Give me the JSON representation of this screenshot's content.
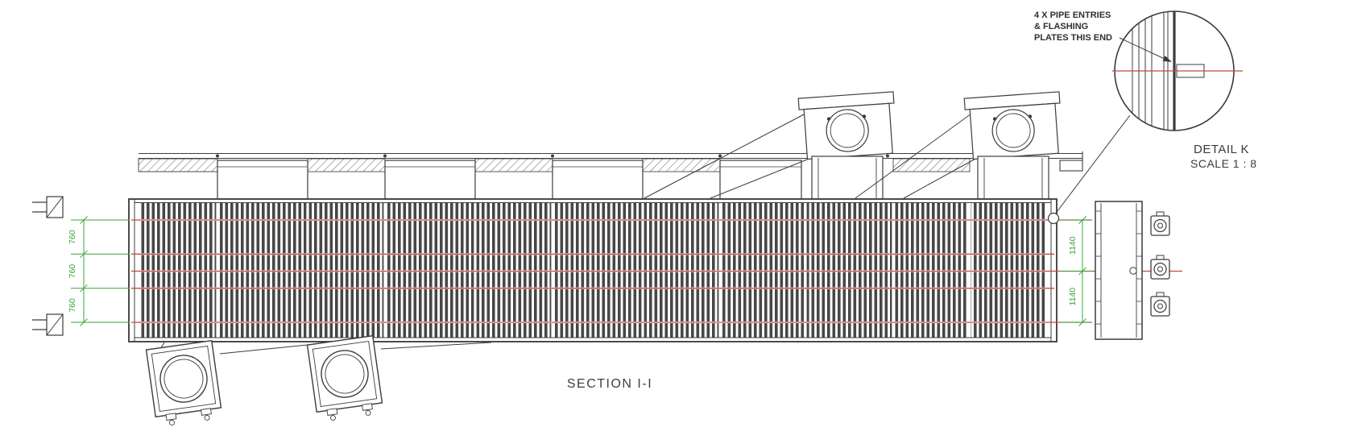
{
  "drawing": {
    "section_label": "SECTION I-I",
    "detail": {
      "title": "DETAIL K",
      "scale": "SCALE 1 : 8"
    },
    "annotation": {
      "line1": "4 X PIPE ENTRIES",
      "line2": "& FLASHING",
      "line3": "PLATES THIS END"
    },
    "dimensions": {
      "left": [
        "760",
        "760",
        "760"
      ],
      "right": [
        "1140",
        "1140"
      ]
    },
    "colors": {
      "centerline_red": "#c84848",
      "dimension_green": "#3aa53a",
      "linework": "#3c3c3c"
    }
  }
}
